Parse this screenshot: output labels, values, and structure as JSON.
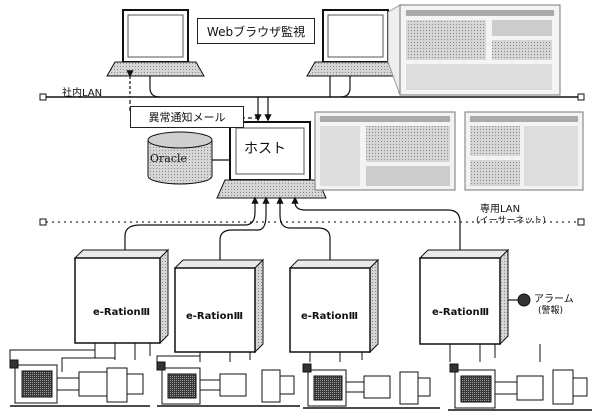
{
  "labels": {
    "web_monitor": "Webブラウザ監視",
    "internal_lan": "社内LAN",
    "alert_mail": "異常通知メール",
    "host": "ホスト",
    "database": "Oracle",
    "dedicated_lan_line1": "専用LAN",
    "dedicated_lan_line2": "(イーサーネット)",
    "alarm_line1": "アラーム",
    "alarm_line2": "(警報)"
  },
  "controllers": [
    {
      "label": "e-RationⅢ"
    },
    {
      "label": "e-RationⅢ"
    },
    {
      "label": "e-RationⅢ"
    },
    {
      "label": "e-RationⅢ"
    }
  ]
}
